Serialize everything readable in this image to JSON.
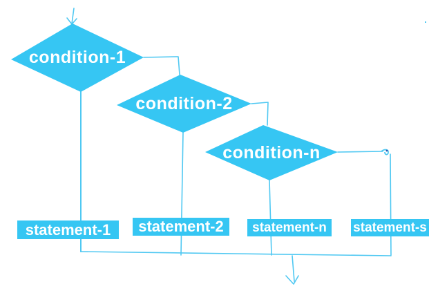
{
  "diagram": {
    "conditions": [
      {
        "label": "condition-1"
      },
      {
        "label": "condition-2"
      },
      {
        "label": "condition-n"
      }
    ],
    "statements": [
      {
        "label": "statement-1"
      },
      {
        "label": "statement-2"
      },
      {
        "label": "statement-n"
      },
      {
        "label": "statement-s"
      }
    ],
    "icons": {
      "entry": "arrow-down-icon",
      "exit": "arrow-down-icon"
    },
    "colors": {
      "shape_fill": "#36C6F3",
      "connector": "#4FC8F2",
      "accent_dark": "#2B55B0",
      "text": "#FFFFFF",
      "background": "#FFFFFF"
    }
  }
}
